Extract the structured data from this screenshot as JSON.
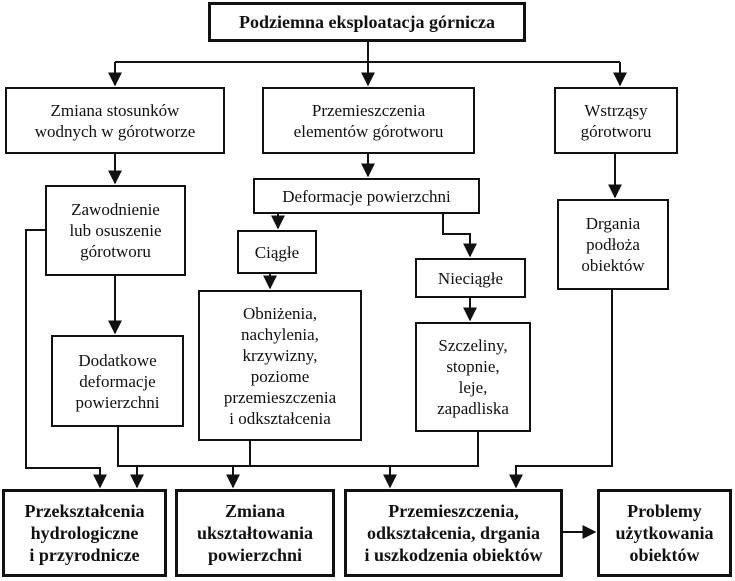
{
  "diagram": {
    "title": "Podziemna eksploatacja górnicza",
    "nodes": {
      "water": "Zmiana stosunków\nwodnych w górotworze",
      "displace": "Przemieszczenia\nelementów górotworu",
      "shocks": "Wstrząsy\ngórotworu",
      "flooding": "Zawodnienie\nlub osuszenie\ngórotworu",
      "surface_def": "Deformacje powierzchni",
      "continuous": "Ciągłe",
      "discontinuous": "Nieciągłe",
      "vibrations": "Drgania\npodłoża\nobiektów",
      "additional_def": "Dodatkowe\ndeformacje\npowierzchni",
      "cont_effects": "Obniżenia,\nnachylenia,\nkrzywizny,\npoziome\nprzemieszczenia\ni odkształcenia",
      "discont_effects": "Szczeliny,\nstopnie,\nleje,\nzapadliska"
    },
    "outcomes": {
      "hydro": "Przekształcenia\nhydrologiczne\ni przyrodnicze",
      "relief": "Zmiana\nukształtowania\npowierzchni",
      "objects": "Przemieszczenia,\nodkształcenia, drgania\ni uszkodzenia obiektów",
      "usage": "Problemy\nużytkowania\nobiektów"
    }
  }
}
